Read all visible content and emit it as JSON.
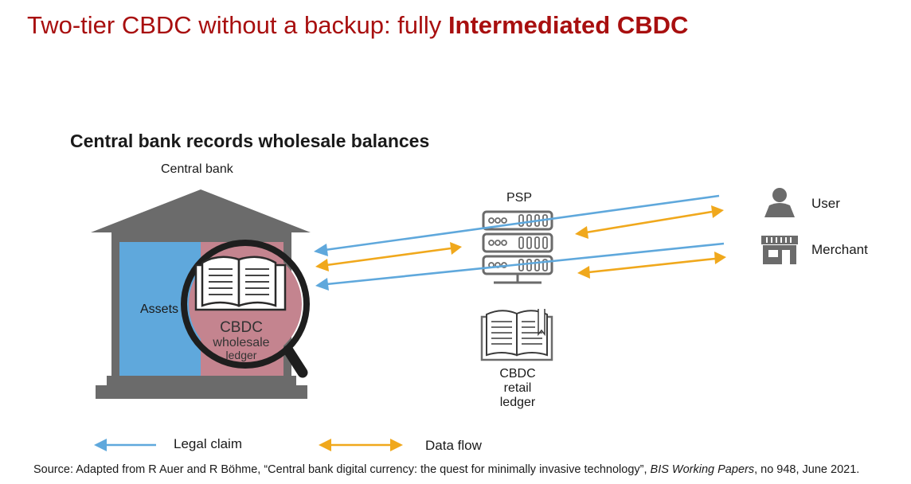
{
  "title": {
    "text": "Two-tier CBDC without a backup: fully",
    "emphasis": "Intermediated CBDC"
  },
  "subtitle": "Central bank records wholesale balances",
  "central_bank": {
    "label": "Central bank",
    "assets_label": "Assets",
    "ledger": {
      "line1": "CBDC",
      "line2": "wholesale",
      "line3": "ledger"
    }
  },
  "psp": {
    "label": "PSP",
    "ledger": {
      "line1": "CBDC",
      "line2": "retail",
      "line3": "ledger"
    }
  },
  "actors": {
    "user": "User",
    "merchant": "Merchant"
  },
  "legend": {
    "legal_claim": "Legal claim",
    "data_flow": "Data flow"
  },
  "source": {
    "prefix": "Source: Adapted from R Auer and R Böhme, “Central bank digital currency: the quest for minimally invasive technology”,",
    "journal": "BIS Working Papers",
    "suffix": ", no 948, June 2021."
  },
  "colors": {
    "title": "#a80f0f",
    "legal_claim": "#5fa8dc",
    "data_flow": "#f0a81c",
    "assets_fill": "#5fa8dc",
    "ledger_fill": "#c4848f",
    "building": "#6b6b6b"
  },
  "icons": [
    "central-bank-building-icon",
    "magnifier-icon",
    "book-icon",
    "server-icon",
    "user-icon",
    "shop-icon"
  ]
}
